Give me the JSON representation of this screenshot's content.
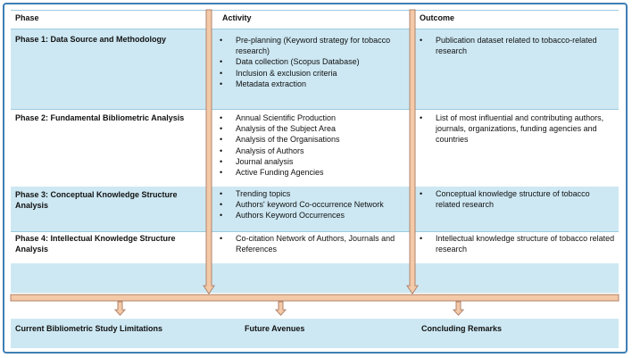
{
  "headers": {
    "phase": "Phase",
    "activity": "Activity",
    "outcome": "Outcome"
  },
  "rows": [
    {
      "phase": "Phase 1: Data Source and Methodology",
      "activities": [
        "Pre-planning (Keyword strategy for tobacco research)",
        "Data collection (Scopus Database)",
        "Inclusion & exclusion criteria",
        "Metadata extraction"
      ],
      "outcomes": [
        "Publication dataset related to tobacco-related research"
      ]
    },
    {
      "phase": "Phase 2: Fundamental  Bibliometric Analysis",
      "activities": [
        "Annual Scientific Production",
        "Analysis of the Subject Area",
        "Analysis of the Organisations",
        "Analysis of Authors",
        "Journal analysis",
        "Active Funding Agencies"
      ],
      "outcomes": [
        "List of most influential and contributing authors, journals, organizations, funding agencies and countries"
      ]
    },
    {
      "phase": "Phase 3: Conceptual Knowledge Structure Analysis",
      "activities": [
        "Trending topics",
        "Authors' keyword Co-occurrence Network",
        "Authors Keyword Occurrences"
      ],
      "outcomes": [
        "Conceptual knowledge structure of tobacco related research"
      ]
    },
    {
      "phase": "Phase 4: Intellectual Knowledge Structure Analysis",
      "activities": [
        "Co-citation Network of Authors, Journals and References"
      ],
      "outcomes": [
        "Intellectual knowledge structure of tobacco related research"
      ]
    }
  ],
  "conclusions": {
    "limitations": "Current Bibliometric Study Limitations",
    "future": "Future Avenues",
    "remarks": "Concluding Remarks"
  },
  "colors": {
    "band": "#cde8f3",
    "frame": "#3f7fb5",
    "arrow_fill": "#f4c9a8",
    "arrow_stroke": "#b0836a"
  }
}
